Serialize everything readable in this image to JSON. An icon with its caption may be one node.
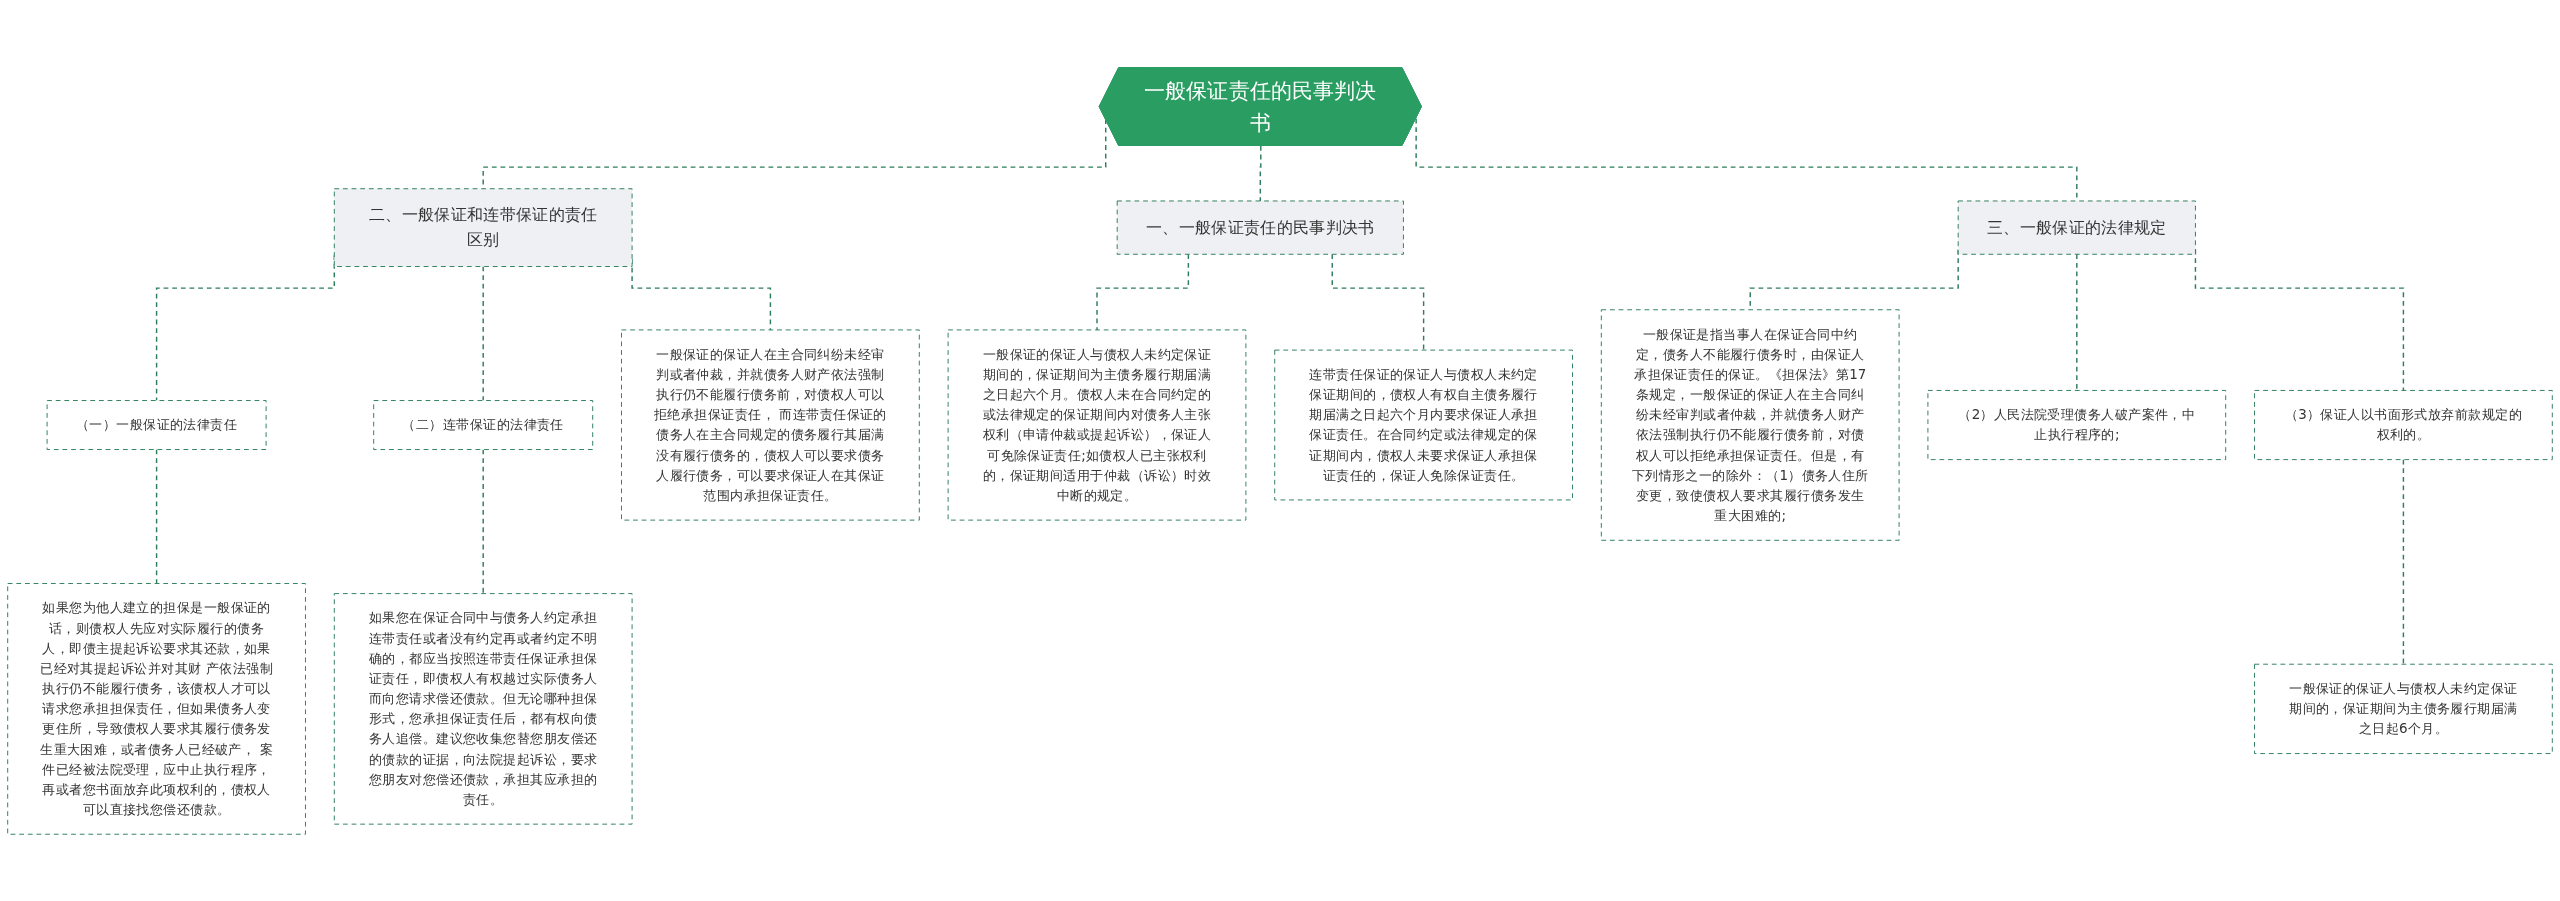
{
  "diagram": {
    "nodes": [
      {
        "text": [
          "一般保证责任的民事判决书"
        ]
      },
      {
        "text": [
          "二、一般保证和连带保证的责任区别"
        ]
      },
      {
        "text": [
          "（一）一般保证的法律责任"
        ]
      },
      {
        "text": [
          "（二）连带保证的法律责任"
        ]
      },
      {
        "text": [
          "一般保证的保证人在主合同纠纷未经审判或者仲裁，并就债务人财产依法强制执行仍不能履行债务前，对债权人可以拒绝承担保证责任， 而连带责任保证的债务人在主合同规定的债务履行其届满没有履行债务的，债权人可以要求债务人履行债务，可以要求保证人在其保证范围内承担保证责任。"
        ]
      },
      {
        "text": [
          "如果您为他人建立的担保是一般保证的话，则债权人先应对实际履行的债务人，即债主提起诉讼要求其还款，如果已经对其提起诉讼并对其财 产依法强制执行仍不能履行债务，该债权人才可以请求您承担担保责任，但如果债务人变更住所，导致债权人要求其履行债务发生重大困难，或者债务人已经破产， 案件已经被法院受理，应中止执行程序，再或者您书面放弃此项权利的，债权人可以直接找您偿还债款。"
        ]
      },
      {
        "text": [
          "如果您在保证合同中与债务人约定承担连带责任或者没有约定再或者约定不明确的，都应当按照连带责任保证承担保证责任，即债权人有权越过实际债务人而向您请求偿还债款。但无论哪种担保形式，您承担保证责任后，都有权向债务人追偿。建议您收集您替您朋友偿还的债款的证据，向法院提起诉讼，要求您朋友对您偿还债款，承担其应承担的责任。"
        ]
      },
      {
        "text": [
          "一、一般保证责任的民事判决书"
        ]
      },
      {
        "text": [
          "一般保证的保证人与债权人未约定保证期间的，保证期间为主债务履行期届满之日起六个月。债权人未在合同约定的或法律规定的保证期间内对债务人主张权利（申请仲裁或提起诉讼），保证人可免除保证责任;如债权人已主张权利的，保证期间适用于仲裁（诉讼）时效中断的规定。"
        ]
      },
      {
        "text": [
          "连带责任保证的保证人与债权人未约定保证期间的，债权人有权自主债务履行期届满之日起六个月内要求保证人承担保证责任。在合同约定或法律规定的保证期间内，债权人未要求保证人承担保证责任的，保证人免除保证责任。"
        ]
      },
      {
        "text": [
          "三、一般保证的法律规定"
        ]
      },
      {
        "text": [
          "一般保证是指当事人在保证合同中约定，债务人不能履行债务时，由保证人承担保证责任的保证。《担保法》第17条规定，一般保证的保证人在主合同纠纷未经审判或者仲裁，并就债务人财产依法强制执行仍不能履行债务前，对债权人可以拒绝承担保证责任。但是，有下列情形之一的除外：（1）债务人住所变更，致使债权人要求其履行债务发生重大困难的;"
        ]
      },
      {
        "text": [
          "（2）人民法院受理债务人破产案件，中止执行程序的;"
        ]
      },
      {
        "text": [
          "（3）保证人以书面形式放弃前款规定的权利的。"
        ]
      },
      {
        "text": [
          "一般保证的保证人与债权人未约定保证期间的，保证期间为主债务履行期届满之日起6个月。"
        ]
      }
    ],
    "edges": [
      {
        "from": 0,
        "to": 1,
        "arrow": "none",
        "style": "dashed"
      },
      {
        "from": 1,
        "to": 4,
        "arrow": "none",
        "style": "dashed"
      },
      {
        "from": 1,
        "to": 2,
        "arrow": "none",
        "style": "dashed"
      },
      {
        "from": 1,
        "to": 3,
        "arrow": "none",
        "style": "dashed"
      },
      {
        "from": 2,
        "to": 5,
        "arrow": "none",
        "style": "dashed"
      },
      {
        "from": 3,
        "to": 6,
        "arrow": "none",
        "style": "dashed"
      },
      {
        "from": 0,
        "to": 7,
        "arrow": "none",
        "style": "dashed"
      },
      {
        "from": 7,
        "to": 8,
        "arrow": "none",
        "style": "dashed"
      },
      {
        "from": 7,
        "to": 9,
        "arrow": "none",
        "style": "dashed"
      },
      {
        "from": 0,
        "to": 10,
        "arrow": "none",
        "style": "dashed"
      },
      {
        "from": 10,
        "to": 11,
        "arrow": "none",
        "style": "dashed"
      },
      {
        "from": 10,
        "to": 12,
        "arrow": "none",
        "style": "dashed"
      },
      {
        "from": 10,
        "to": 13,
        "arrow": "none",
        "style": "dashed"
      },
      {
        "from": 13,
        "to": 14,
        "arrow": "none",
        "style": "dashed"
      }
    ]
  }
}
